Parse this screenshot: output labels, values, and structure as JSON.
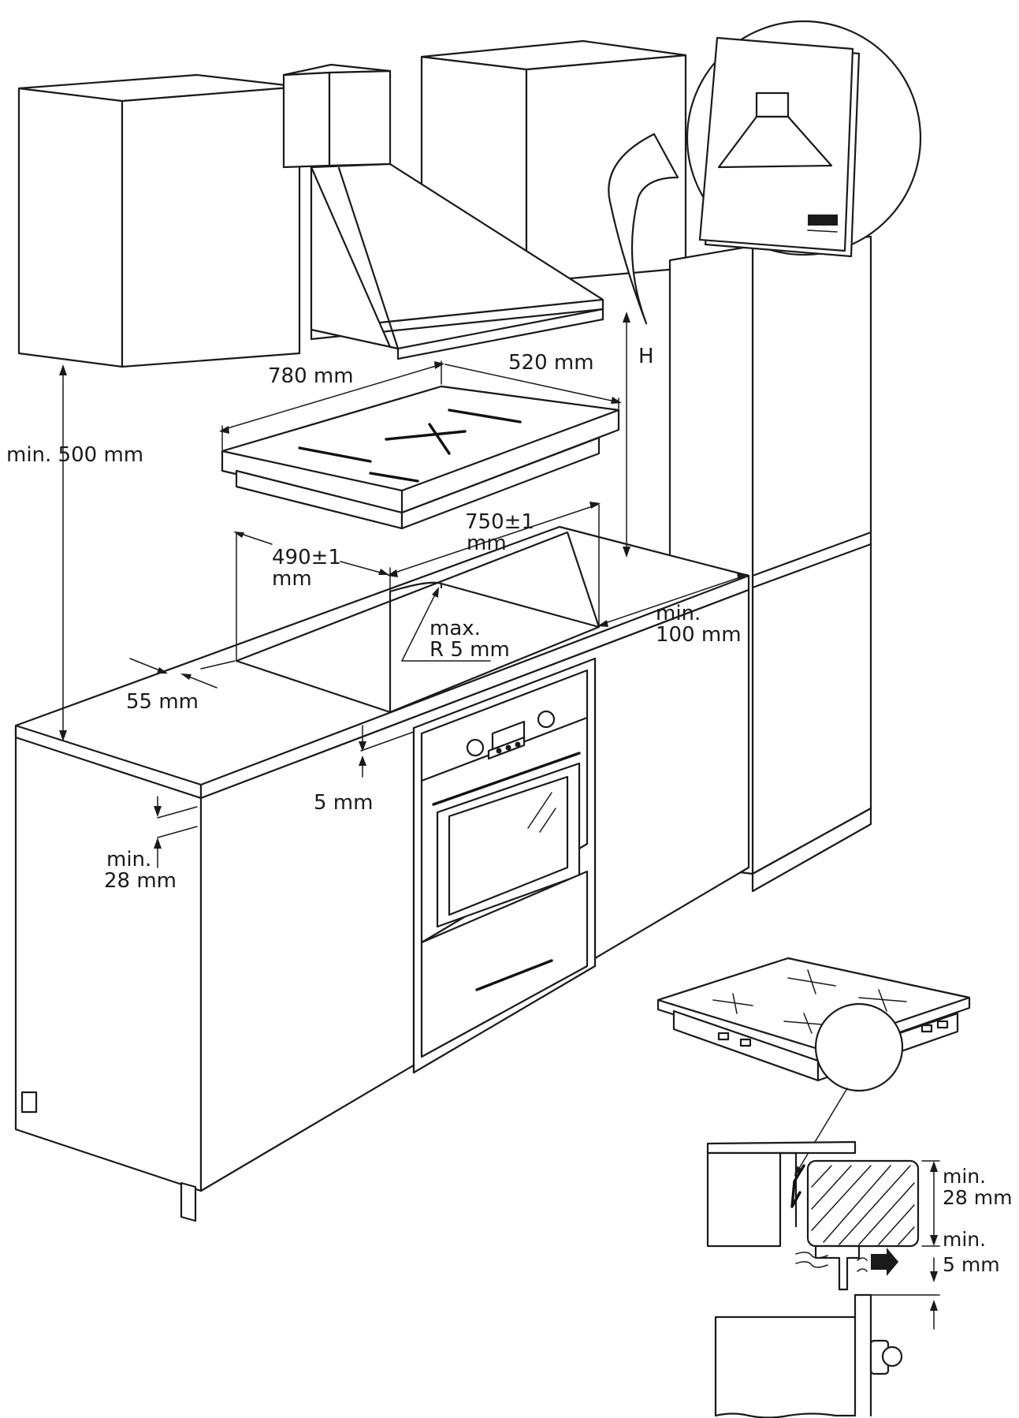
{
  "labels": {
    "hood_clearance": "min. 500 mm",
    "hob_width": "780 mm",
    "hob_depth": "520 mm",
    "hood_height": "H",
    "cutout_width_line1": "750±1",
    "cutout_width_line2": "mm",
    "cutout_depth_line1": "490±1",
    "cutout_depth_line2": "mm",
    "corner_radius_line1": "max.",
    "corner_radius_line2": "R 5 mm",
    "side_clearance_line1": "min.",
    "side_clearance_line2": "100 mm",
    "front_clearance": "55 mm",
    "gap_above_oven": "5 mm",
    "worktop_thickness_line1": "min.",
    "worktop_thickness_line2": "28 mm",
    "detail_thickness_line1": "min.",
    "detail_thickness_line2": "28 mm",
    "detail_gap_line1": "min.",
    "detail_gap_line2": "5 mm"
  }
}
